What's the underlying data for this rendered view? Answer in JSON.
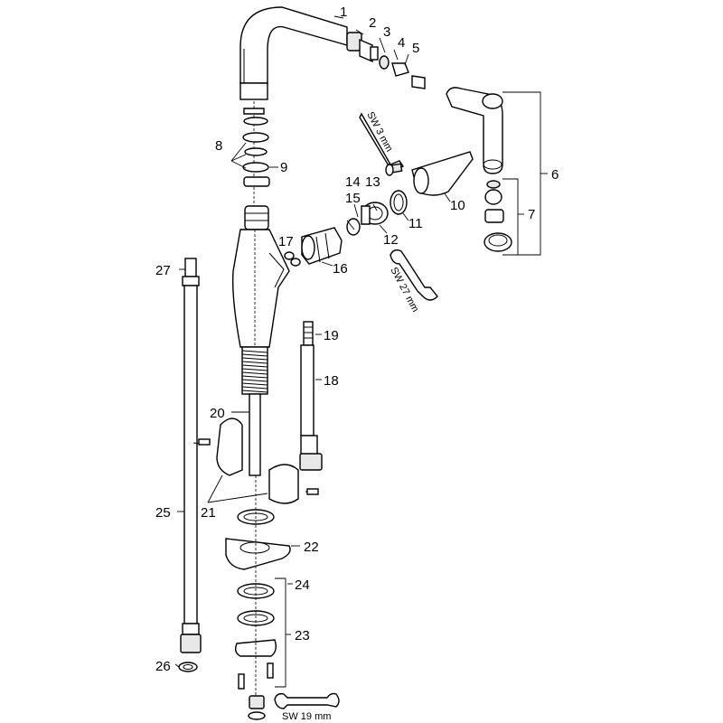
{
  "parts": [
    {
      "id": "p1",
      "label": "1"
    },
    {
      "id": "p2",
      "label": "2"
    },
    {
      "id": "p3",
      "label": "3"
    },
    {
      "id": "p4",
      "label": "4"
    },
    {
      "id": "p5",
      "label": "5"
    },
    {
      "id": "p6",
      "label": "6"
    },
    {
      "id": "p7",
      "label": "7"
    },
    {
      "id": "p8",
      "label": "8"
    },
    {
      "id": "p9",
      "label": "9"
    },
    {
      "id": "p10",
      "label": "10"
    },
    {
      "id": "p11",
      "label": "11"
    },
    {
      "id": "p12",
      "label": "12"
    },
    {
      "id": "p13",
      "label": "13"
    },
    {
      "id": "p14",
      "label": "14"
    },
    {
      "id": "p15",
      "label": "15"
    },
    {
      "id": "p16",
      "label": "16"
    },
    {
      "id": "p17",
      "label": "17"
    },
    {
      "id": "p18",
      "label": "18"
    },
    {
      "id": "p19",
      "label": "19"
    },
    {
      "id": "p20",
      "label": "20"
    },
    {
      "id": "p21",
      "label": "21"
    },
    {
      "id": "p22",
      "label": "22"
    },
    {
      "id": "p23",
      "label": "23"
    },
    {
      "id": "p24",
      "label": "24"
    },
    {
      "id": "p25",
      "label": "25"
    },
    {
      "id": "p26",
      "label": "26"
    },
    {
      "id": "p27",
      "label": "27"
    }
  ],
  "tools": {
    "hex_key": "SW 3 mm",
    "wrench_27": "SW 27 mm",
    "wrench_19": "SW 19 mm"
  }
}
